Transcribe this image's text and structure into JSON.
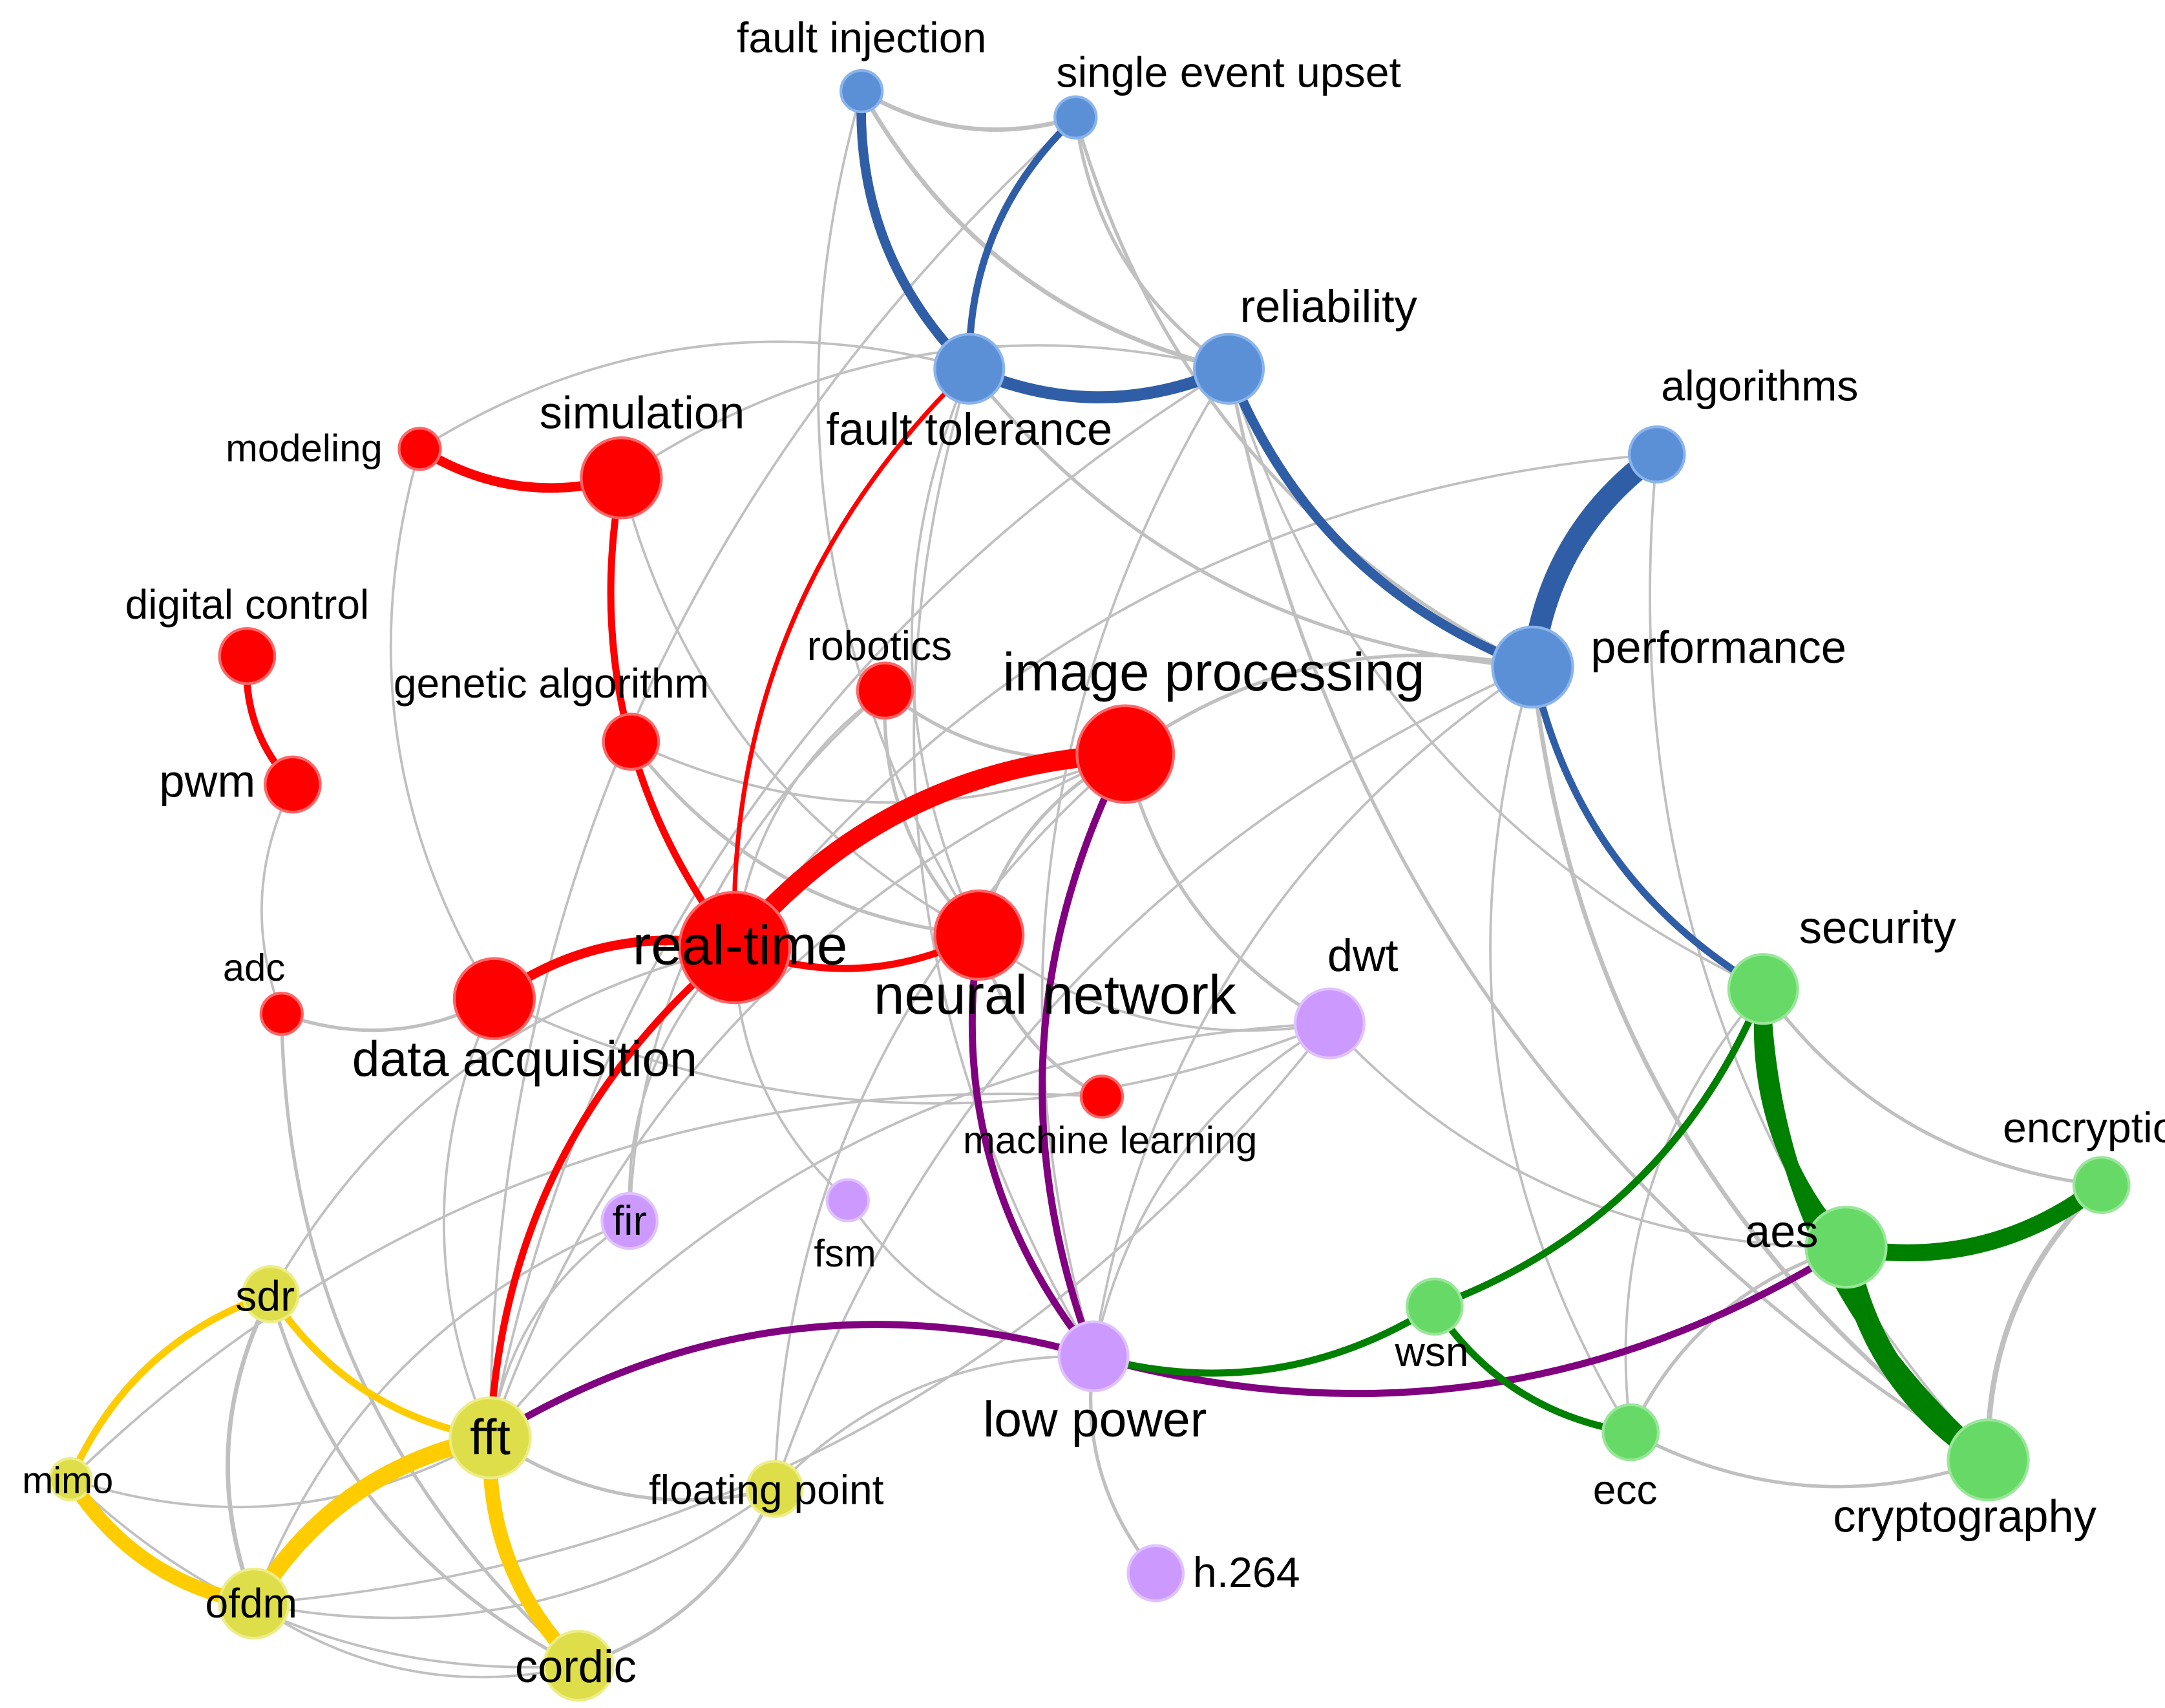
{
  "clusters": {
    "dependability": {
      "node": "#5b8fd6",
      "stroke": "#8ab4ec",
      "edge": "#2f5ea6"
    },
    "realtime": {
      "node": "#ff0000",
      "stroke": "#ff6666",
      "edge": "#ff0000"
    },
    "security": {
      "node": "#66d966",
      "stroke": "#99e699",
      "edge": "#008000"
    },
    "lowpower": {
      "node": "#cc99ff",
      "stroke": "#e0c2ff",
      "edge": "#800080"
    },
    "signal": {
      "node": "#dede4a",
      "stroke": "#eded88",
      "edge": "#ffcc00"
    },
    "grey_edge": "#c0c0c0"
  },
  "nodes": [
    {
      "id": "fault_injection",
      "label": "fault injection",
      "cluster": "dependability",
      "weight": 1
    },
    {
      "id": "single_event_upset",
      "label": "single event upset",
      "cluster": "dependability",
      "weight": 1
    },
    {
      "id": "fault_tolerance",
      "label": "fault tolerance",
      "cluster": "dependability",
      "weight": 3
    },
    {
      "id": "reliability",
      "label": "reliability",
      "cluster": "dependability",
      "weight": 3
    },
    {
      "id": "algorithms",
      "label": "algorithms",
      "cluster": "dependability",
      "weight": 2
    },
    {
      "id": "performance",
      "label": "performance",
      "cluster": "dependability",
      "weight": 4
    },
    {
      "id": "modeling",
      "label": "modeling",
      "cluster": "realtime",
      "weight": 1
    },
    {
      "id": "simulation",
      "label": "simulation",
      "cluster": "realtime",
      "weight": 4
    },
    {
      "id": "digital_control",
      "label": "digital control",
      "cluster": "realtime",
      "weight": 2
    },
    {
      "id": "pwm",
      "label": "pwm",
      "cluster": "realtime",
      "weight": 2
    },
    {
      "id": "genetic_algorithm",
      "label": "genetic algorithm",
      "cluster": "realtime",
      "weight": 2
    },
    {
      "id": "robotics",
      "label": "robotics",
      "cluster": "realtime",
      "weight": 2
    },
    {
      "id": "image_processing",
      "label": "image processing",
      "cluster": "realtime",
      "weight": 6
    },
    {
      "id": "real_time",
      "label": "real-time",
      "cluster": "realtime",
      "weight": 7
    },
    {
      "id": "neural_network",
      "label": "neural network",
      "cluster": "realtime",
      "weight": 5
    },
    {
      "id": "adc",
      "label": "adc",
      "cluster": "realtime",
      "weight": 1
    },
    {
      "id": "data_acquisition",
      "label": "data acquisition",
      "cluster": "realtime",
      "weight": 4
    },
    {
      "id": "machine_learning",
      "label": "machine learning",
      "cluster": "realtime",
      "weight": 1
    },
    {
      "id": "dwt",
      "label": "dwt",
      "cluster": "lowpower",
      "weight": 3
    },
    {
      "id": "fir",
      "label": "fir",
      "cluster": "lowpower",
      "weight": 2
    },
    {
      "id": "fsm",
      "label": "fsm",
      "cluster": "lowpower",
      "weight": 1
    },
    {
      "id": "low_power",
      "label": "low power",
      "cluster": "lowpower",
      "weight": 3
    },
    {
      "id": "h264",
      "label": "h.264",
      "cluster": "lowpower",
      "weight": 2
    },
    {
      "id": "security",
      "label": "security",
      "cluster": "security",
      "weight": 3
    },
    {
      "id": "encryption",
      "label": "encryption",
      "cluster": "security",
      "weight": 2
    },
    {
      "id": "aes",
      "label": "aes",
      "cluster": "security",
      "weight": 4
    },
    {
      "id": "wsn",
      "label": "wsn",
      "cluster": "security",
      "weight": 2
    },
    {
      "id": "ecc",
      "label": "ecc",
      "cluster": "security",
      "weight": 2
    },
    {
      "id": "cryptography",
      "label": "cryptography",
      "cluster": "security",
      "weight": 4
    },
    {
      "id": "sdr",
      "label": "sdr",
      "cluster": "signal",
      "weight": 2
    },
    {
      "id": "mimo",
      "label": "mimo",
      "cluster": "signal",
      "weight": 1
    },
    {
      "id": "fft",
      "label": "fft",
      "cluster": "signal",
      "weight": 4
    },
    {
      "id": "ofdm",
      "label": "ofdm",
      "cluster": "signal",
      "weight": 3
    },
    {
      "id": "cordic",
      "label": "cordic",
      "cluster": "signal",
      "weight": 3
    },
    {
      "id": "floating_point",
      "label": "floating point",
      "cluster": "signal",
      "weight": 2
    }
  ],
  "edges": [
    {
      "source": "fault_injection",
      "target": "fault_tolerance",
      "cluster": "dependability",
      "weight": 3
    },
    {
      "source": "single_event_upset",
      "target": "fault_tolerance",
      "cluster": "dependability",
      "weight": 2
    },
    {
      "source": "fault_tolerance",
      "target": "reliability",
      "cluster": "dependability",
      "weight": 4
    },
    {
      "source": "reliability",
      "target": "performance",
      "cluster": "dependability",
      "weight": 3
    },
    {
      "source": "algorithms",
      "target": "performance",
      "cluster": "dependability",
      "weight": 8
    },
    {
      "source": "performance",
      "target": "security",
      "cluster": "dependability",
      "weight": 2
    },
    {
      "source": "modeling",
      "target": "simulation",
      "cluster": "realtime",
      "weight": 3
    },
    {
      "source": "simulation",
      "target": "real_time",
      "cluster": "realtime",
      "weight": 2
    },
    {
      "source": "digital_control",
      "target": "pwm",
      "cluster": "realtime",
      "weight": 2
    },
    {
      "source": "fault_tolerance",
      "target": "real_time",
      "cluster": "realtime",
      "weight": 1
    },
    {
      "source": "image_processing",
      "target": "real_time",
      "cluster": "realtime",
      "weight": 7
    },
    {
      "source": "real_time",
      "target": "data_acquisition",
      "cluster": "realtime",
      "weight": 3
    },
    {
      "source": "real_time",
      "target": "neural_network",
      "cluster": "realtime",
      "weight": 2
    },
    {
      "source": "real_time",
      "target": "fft",
      "cluster": "realtime",
      "weight": 2
    },
    {
      "source": "image_processing",
      "target": "low_power",
      "cluster": "lowpower",
      "weight": 2
    },
    {
      "source": "neural_network",
      "target": "low_power",
      "cluster": "lowpower",
      "weight": 2
    },
    {
      "source": "low_power",
      "target": "fft",
      "cluster": "lowpower",
      "weight": 2
    },
    {
      "source": "low_power",
      "target": "aes",
      "cluster": "lowpower",
      "weight": 2
    },
    {
      "source": "low_power",
      "target": "wsn",
      "cluster": "security",
      "weight": 2
    },
    {
      "source": "wsn",
      "target": "ecc",
      "cluster": "security",
      "weight": 2
    },
    {
      "source": "wsn",
      "target": "security",
      "cluster": "security",
      "weight": 2
    },
    {
      "source": "security",
      "target": "aes",
      "cluster": "security",
      "weight": 5
    },
    {
      "source": "security",
      "target": "cryptography",
      "cluster": "security",
      "weight": 5
    },
    {
      "source": "aes",
      "target": "encryption",
      "cluster": "security",
      "weight": 6
    },
    {
      "source": "aes",
      "target": "cryptography",
      "cluster": "security",
      "weight": 8
    },
    {
      "source": "sdr",
      "target": "mimo",
      "cluster": "signal",
      "weight": 2
    },
    {
      "source": "sdr",
      "target": "fft",
      "cluster": "signal",
      "weight": 2
    },
    {
      "source": "mimo",
      "target": "ofdm",
      "cluster": "signal",
      "weight": 5
    },
    {
      "source": "fft",
      "target": "ofdm",
      "cluster": "signal",
      "weight": 6
    },
    {
      "source": "fft",
      "target": "cordic",
      "cluster": "signal",
      "weight": 5
    },
    {
      "source": "fault_injection",
      "target": "single_event_upset",
      "cluster": "grey",
      "weight": 3
    },
    {
      "source": "fault_injection",
      "target": "reliability",
      "cluster": "grey",
      "weight": 3
    },
    {
      "source": "single_event_upset",
      "target": "reliability",
      "cluster": "grey",
      "weight": 2
    },
    {
      "source": "single_event_upset",
      "target": "performance",
      "cluster": "grey",
      "weight": 2
    },
    {
      "source": "single_event_upset",
      "target": "fft",
      "cluster": "grey",
      "weight": 1
    },
    {
      "source": "fault_injection",
      "target": "neural_network",
      "cluster": "grey",
      "weight": 1
    },
    {
      "source": "reliability",
      "target": "simulation",
      "cluster": "grey",
      "weight": 1
    },
    {
      "source": "reliability",
      "target": "fft",
      "cluster": "grey",
      "weight": 1
    },
    {
      "source": "reliability",
      "target": "low_power",
      "cluster": "grey",
      "weight": 1
    },
    {
      "source": "reliability",
      "target": "security",
      "cluster": "grey",
      "weight": 1
    },
    {
      "source": "reliability",
      "target": "cryptography",
      "cluster": "grey",
      "weight": 2
    },
    {
      "source": "fault_tolerance",
      "target": "performance",
      "cluster": "grey",
      "weight": 2
    },
    {
      "source": "fault_tolerance",
      "target": "neural_network",
      "cluster": "grey",
      "weight": 1
    },
    {
      "source": "fault_tolerance",
      "target": "modeling",
      "cluster": "grey",
      "weight": 1
    },
    {
      "source": "fault_tolerance",
      "target": "low_power",
      "cluster": "grey",
      "weight": 1
    },
    {
      "source": "algorithms",
      "target": "real_time",
      "cluster": "grey",
      "weight": 1
    },
    {
      "source": "algorithms",
      "target": "cryptography",
      "cluster": "grey",
      "weight": 1
    },
    {
      "source": "performance",
      "target": "image_processing",
      "cluster": "grey",
      "weight": 2
    },
    {
      "source": "performance",
      "target": "low_power",
      "cluster": "grey",
      "weight": 1
    },
    {
      "source": "performance",
      "target": "floating_point",
      "cluster": "grey",
      "weight": 1
    },
    {
      "source": "performance",
      "target": "ecc",
      "cluster": "grey",
      "weight": 1
    },
    {
      "source": "performance",
      "target": "cryptography",
      "cluster": "grey",
      "weight": 3
    },
    {
      "source": "simulation",
      "target": "neural_network",
      "cluster": "grey",
      "weight": 1
    },
    {
      "source": "modeling",
      "target": "data_acquisition",
      "cluster": "grey",
      "weight": 1
    },
    {
      "source": "genetic_algorithm",
      "target": "image_processing",
      "cluster": "grey",
      "weight": 1
    },
    {
      "source": "genetic_algorithm",
      "target": "neural_network",
      "cluster": "grey",
      "weight": 2
    },
    {
      "source": "robotics",
      "target": "image_processing",
      "cluster": "grey",
      "weight": 2
    },
    {
      "source": "robotics",
      "target": "neural_network",
      "cluster": "grey",
      "weight": 2
    },
    {
      "source": "robotics",
      "target": "real_time",
      "cluster": "grey",
      "weight": 1
    },
    {
      "source": "robotics",
      "target": "fir",
      "cluster": "grey",
      "weight": 1
    },
    {
      "source": "image_processing",
      "target": "neural_network",
      "cluster": "grey",
      "weight": 2
    },
    {
      "source": "image_processing",
      "target": "dwt",
      "cluster": "grey",
      "weight": 2
    },
    {
      "source": "image_processing",
      "target": "fft",
      "cluster": "grey",
      "weight": 1
    },
    {
      "source": "image_processing",
      "target": "floating_point",
      "cluster": "grey",
      "weight": 1
    },
    {
      "source": "neural_network",
      "target": "machine_learning",
      "cluster": "grey",
      "weight": 2
    },
    {
      "source": "neural_network",
      "target": "dwt",
      "cluster": "grey",
      "weight": 1
    },
    {
      "source": "pwm",
      "target": "adc",
      "cluster": "grey",
      "weight": 1
    },
    {
      "source": "adc",
      "target": "data_acquisition",
      "cluster": "grey",
      "weight": 2
    },
    {
      "source": "adc",
      "target": "cordic",
      "cluster": "grey",
      "weight": 2
    },
    {
      "source": "real_time",
      "target": "fsm",
      "cluster": "grey",
      "weight": 1
    },
    {
      "source": "real_time",
      "target": "fir",
      "cluster": "grey",
      "weight": 1
    },
    {
      "source": "real_time",
      "target": "sdr",
      "cluster": "grey",
      "weight": 1
    },
    {
      "source": "data_acquisition",
      "target": "fft",
      "cluster": "grey",
      "weight": 1
    },
    {
      "source": "data_acquisition",
      "target": "dwt",
      "cluster": "grey",
      "weight": 1
    },
    {
      "source": "dwt",
      "target": "fft",
      "cluster": "grey",
      "weight": 1
    },
    {
      "source": "dwt",
      "target": "low_power",
      "cluster": "grey",
      "weight": 1
    },
    {
      "source": "dwt",
      "target": "aes",
      "cluster": "grey",
      "weight": 1
    },
    {
      "source": "fir",
      "target": "fft",
      "cluster": "grey",
      "weight": 1
    },
    {
      "source": "fir",
      "target": "ofdm",
      "cluster": "grey",
      "weight": 1
    },
    {
      "source": "fsm",
      "target": "low_power",
      "cluster": "grey",
      "weight": 1
    },
    {
      "source": "machine_learning",
      "target": "mimo",
      "cluster": "grey",
      "weight": 1
    },
    {
      "source": "low_power",
      "target": "h264",
      "cluster": "grey",
      "weight": 2
    },
    {
      "source": "low_power",
      "target": "floating_point",
      "cluster": "grey",
      "weight": 1
    },
    {
      "source": "security",
      "target": "encryption",
      "cluster": "grey",
      "weight": 2
    },
    {
      "source": "security",
      "target": "ecc",
      "cluster": "grey",
      "weight": 1
    },
    {
      "source": "aes",
      "target": "ecc",
      "cluster": "grey",
      "weight": 2
    },
    {
      "source": "ecc",
      "target": "cryptography",
      "cluster": "grey",
      "weight": 2
    },
    {
      "source": "encryption",
      "target": "cryptography",
      "cluster": "grey",
      "weight": 4
    },
    {
      "source": "sdr",
      "target": "ofdm",
      "cluster": "grey",
      "weight": 3
    },
    {
      "source": "sdr",
      "target": "cordic",
      "cluster": "grey",
      "weight": 2
    },
    {
      "source": "mimo",
      "target": "fft",
      "cluster": "grey",
      "weight": 1
    },
    {
      "source": "mimo",
      "target": "cordic",
      "cluster": "grey",
      "weight": 1
    },
    {
      "source": "ofdm",
      "target": "cordic",
      "cluster": "grey",
      "weight": 1
    },
    {
      "source": "ofdm",
      "target": "floating_point",
      "cluster": "grey",
      "weight": 1
    },
    {
      "source": "fft",
      "target": "floating_point",
      "cluster": "grey",
      "weight": 2
    },
    {
      "source": "cordic",
      "target": "floating_point",
      "cluster": "grey",
      "weight": 2
    },
    {
      "source": "ofdm",
      "target": "dwt",
      "cluster": "grey",
      "weight": 1
    }
  ]
}
